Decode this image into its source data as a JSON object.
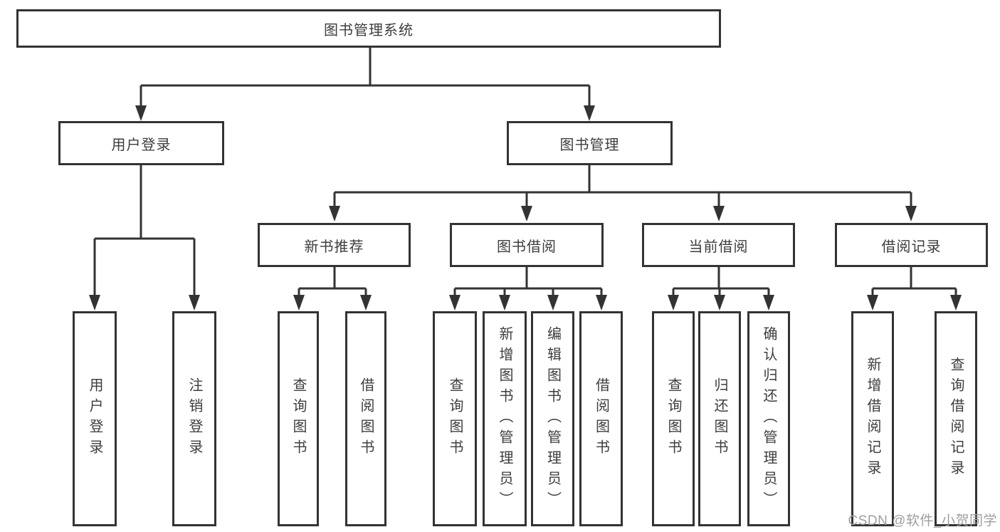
{
  "diagram": {
    "root": {
      "label": "图书管理系统"
    },
    "level2": [
      {
        "id": "user-login",
        "label": "用户登录"
      },
      {
        "id": "book-management",
        "label": "图书管理"
      }
    ],
    "level3": [
      {
        "id": "new-book-recommend",
        "parent": "图书管理",
        "label": "新书推荐"
      },
      {
        "id": "book-borrow",
        "parent": "图书管理",
        "label": "图书借阅"
      },
      {
        "id": "current-borrow",
        "parent": "图书管理",
        "label": "当前借阅"
      },
      {
        "id": "borrow-records",
        "parent": "图书管理",
        "label": "借阅记录"
      }
    ],
    "leaves": [
      {
        "parent": "用户登录",
        "label": "用户登录"
      },
      {
        "parent": "用户登录",
        "label": "注销登录"
      },
      {
        "parent": "新书推荐",
        "label": "查询图书"
      },
      {
        "parent": "新书推荐",
        "label": "借阅图书"
      },
      {
        "parent": "图书借阅",
        "label": "查询图书"
      },
      {
        "parent": "图书借阅",
        "label": "新增图书（管理员）"
      },
      {
        "parent": "图书借阅",
        "label": "编辑图书（管理员）"
      },
      {
        "parent": "图书借阅",
        "label": "借阅图书"
      },
      {
        "parent": "当前借阅",
        "label": "查询图书"
      },
      {
        "parent": "当前借阅",
        "label": "归还图书"
      },
      {
        "parent": "当前借阅",
        "label": "确认归还（管理员）"
      },
      {
        "parent": "借阅记录",
        "label": "新增借阅记录"
      },
      {
        "parent": "借阅记录",
        "label": "查询借阅记录"
      }
    ]
  },
  "watermark": {
    "text": "CSDN @软件_小贺同学"
  },
  "colors": {
    "line": "#333333",
    "text": "#3d3d3d",
    "watermark": "#9e9e9e",
    "background": "#ffffff"
  }
}
